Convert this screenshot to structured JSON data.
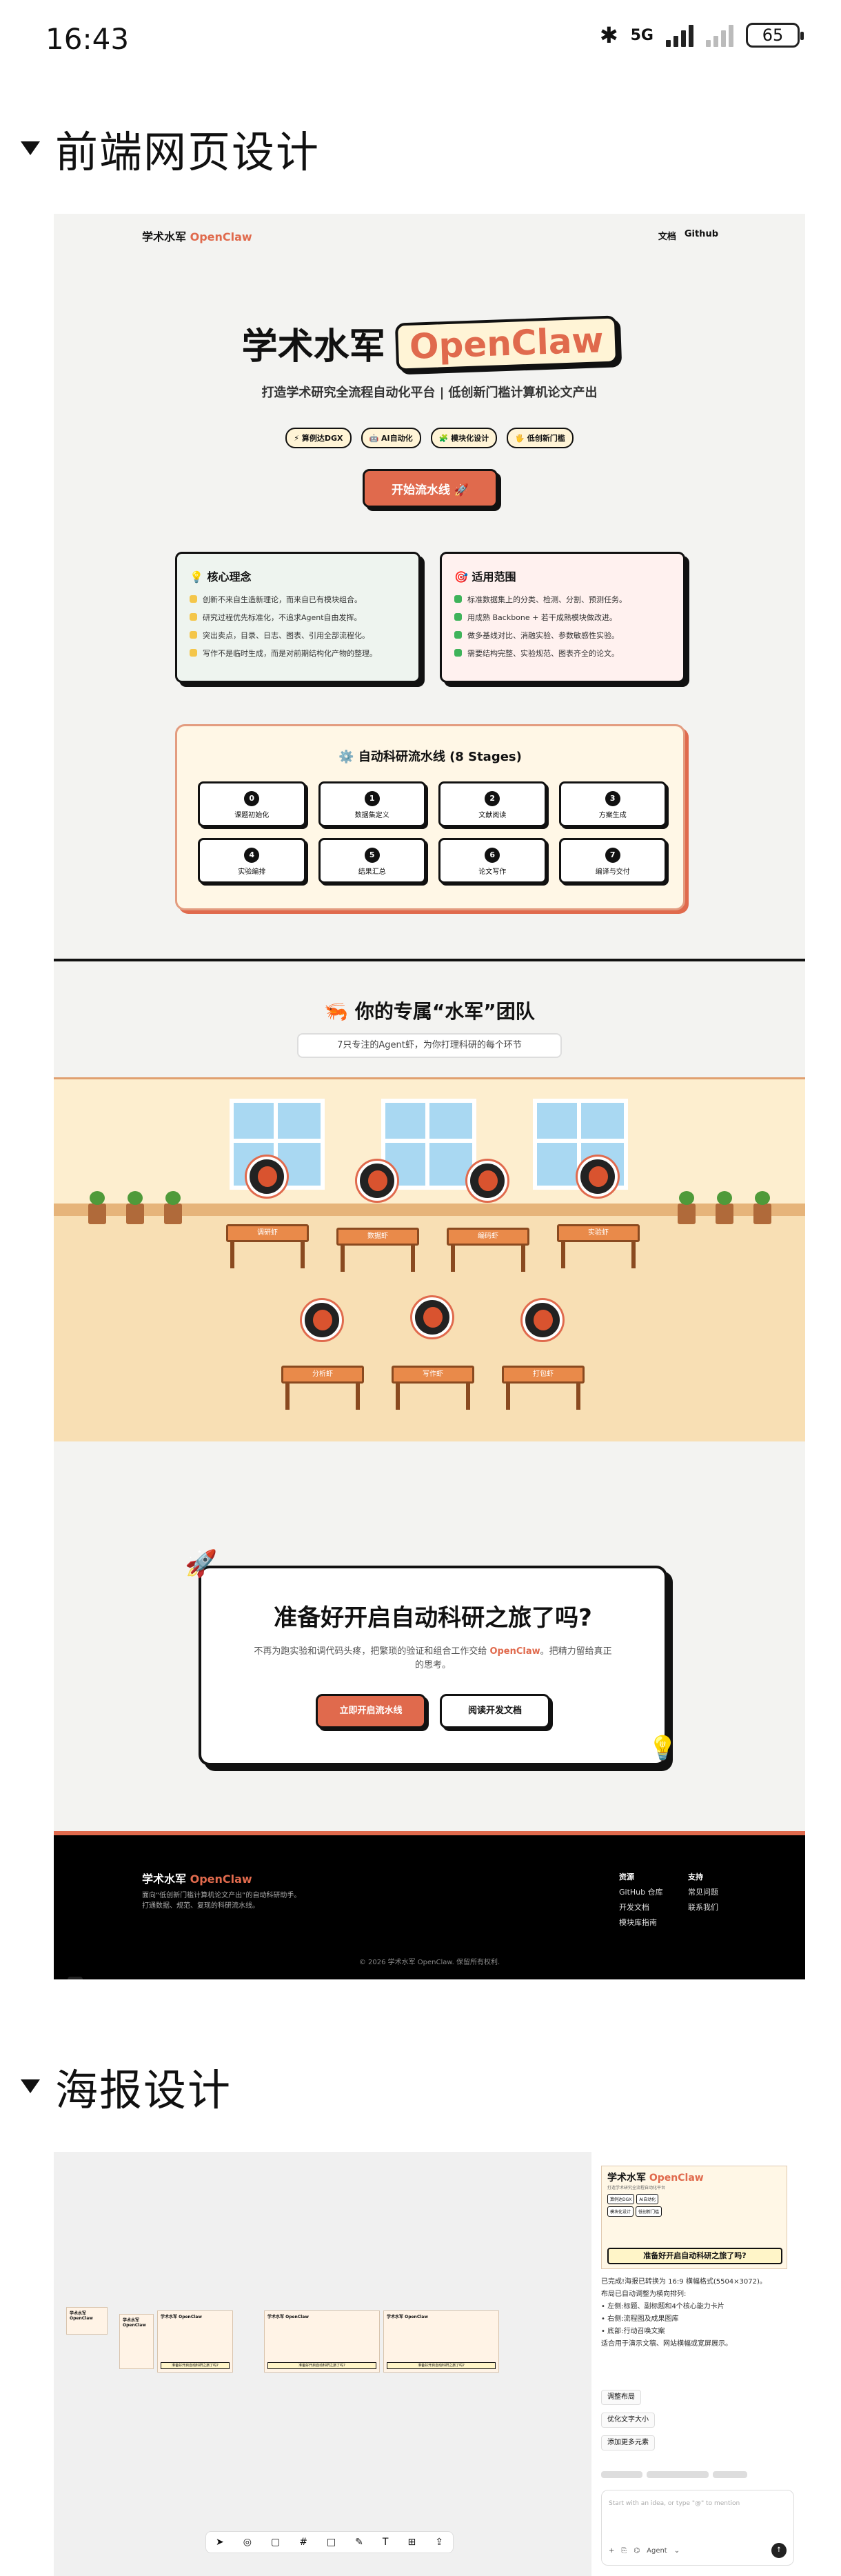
{
  "status": {
    "time": "16:43",
    "network": "5G",
    "battery": "65"
  },
  "sections": {
    "frontend": "前端网页设计",
    "poster": "海报设计"
  },
  "site": {
    "brand_a": "学术水军",
    "brand_b": "OpenClaw",
    "nav": [
      "文档",
      "Github"
    ],
    "hero_a": "学术水军",
    "hero_b": "OpenClaw",
    "subtitle": "打造学术研究全流程自动化平台 | 低创新门槛计算机论文产出",
    "pills": [
      "⚡ 算例达DGX",
      "🤖 AI自动化",
      "🧩 模块化设计",
      "🖐 低创新门槛"
    ],
    "start": "开始流水线 🚀",
    "core": {
      "title": "💡 核心理念",
      "items": [
        "创新不来自生造新理论，而来自已有模块组合。",
        "研究过程优先标准化，不追求Agent自由发挥。",
        "突出卖点，目录、日志、图表、引用全部流程化。",
        "写作不是临时生成，而是对前期结构化产物的整理。"
      ]
    },
    "scope": {
      "title": "🎯 适用范围",
      "items": [
        "标准数据集上的分类、检测、分割、预测任务。",
        "用成熟 Backbone + 若干成熟模块做改进。",
        "做多基线对比、消融实验、参数敏感性实验。",
        "需要结构完整、实验规范、图表齐全的论文。"
      ]
    },
    "pipeline": {
      "title": "⚙️ 自动科研流水线 (8 Stages)",
      "stages": [
        {
          "n": "0",
          "l": "课题初始化"
        },
        {
          "n": "1",
          "l": "数据集定义"
        },
        {
          "n": "2",
          "l": "文献阅读"
        },
        {
          "n": "3",
          "l": "方案生成"
        },
        {
          "n": "4",
          "l": "实验编排"
        },
        {
          "n": "5",
          "l": "结果汇总"
        },
        {
          "n": "6",
          "l": "论文写作"
        },
        {
          "n": "7",
          "l": "编译与交付"
        }
      ]
    },
    "team": {
      "title": "🦐 你的专属“水军”团队",
      "subtitle": "7只专注的Agent虾，为你打理科研的每个环节",
      "desks": [
        "调研虾",
        "数据虾",
        "编码虾",
        "实验虾",
        "分析虾",
        "写作虾",
        "打包虾"
      ]
    },
    "cta": {
      "title": "准备好开启自动科研之旅了吗?",
      "desc_a": "不再为跑实验和调代码头疼，把繁琐的验证和组合工作交给 ",
      "desc_b": "OpenClaw",
      "desc_c": "。把精力留给真正的思考。",
      "primary": "立即开启流水线",
      "secondary": "阅读开发文档"
    },
    "footer": {
      "brand_a": "学术水军",
      "brand_b": "OpenClaw",
      "desc": "面向“低创新门槛计算机论文产出”的自动科研助手。打通数据、规范、复现的科研流水线。",
      "col1": {
        "h": "资源",
        "items": [
          "GitHub 仓库",
          "开发文档",
          "模块库指南"
        ]
      },
      "col2": {
        "h": "支持",
        "items": [
          "常见问题",
          "联系我们"
        ]
      },
      "copy": "© 2026 学术水军 OpenClaw. 保留所有权利.",
      "badge": "N"
    }
  },
  "poster": {
    "card": {
      "title_a": "学术水军 ",
      "title_b": "OpenClaw",
      "subtitle": "打造学术研究全流程自动化平台",
      "chips": [
        "算例达DGX",
        "AI自动化",
        "模块化设计",
        "低创新门槛"
      ],
      "question": "准备好开启自动科研之旅了吗?"
    },
    "text": [
      "已完成!海报已转换为 16:9 横幅格式(5504×3072)。",
      "布局已自动调整为横向排列:",
      "• 左侧:标题、副标题和4个核心能力卡片",
      "• 右侧:流程图及成果图库",
      "• 底部:行动召唤文案",
      "适合用于演示文稿、网站横幅或宽屏展示。"
    ],
    "tags": [
      "调整布局",
      "优化文字大小",
      "添加更多元素"
    ],
    "input_placeholder": "Start with an idea, or type \"@\" to mention",
    "agent": "Agent",
    "thumb_title": "学术水军 OpenClaw",
    "thumb_q": "准备好开启自动科研之旅了吗?"
  }
}
